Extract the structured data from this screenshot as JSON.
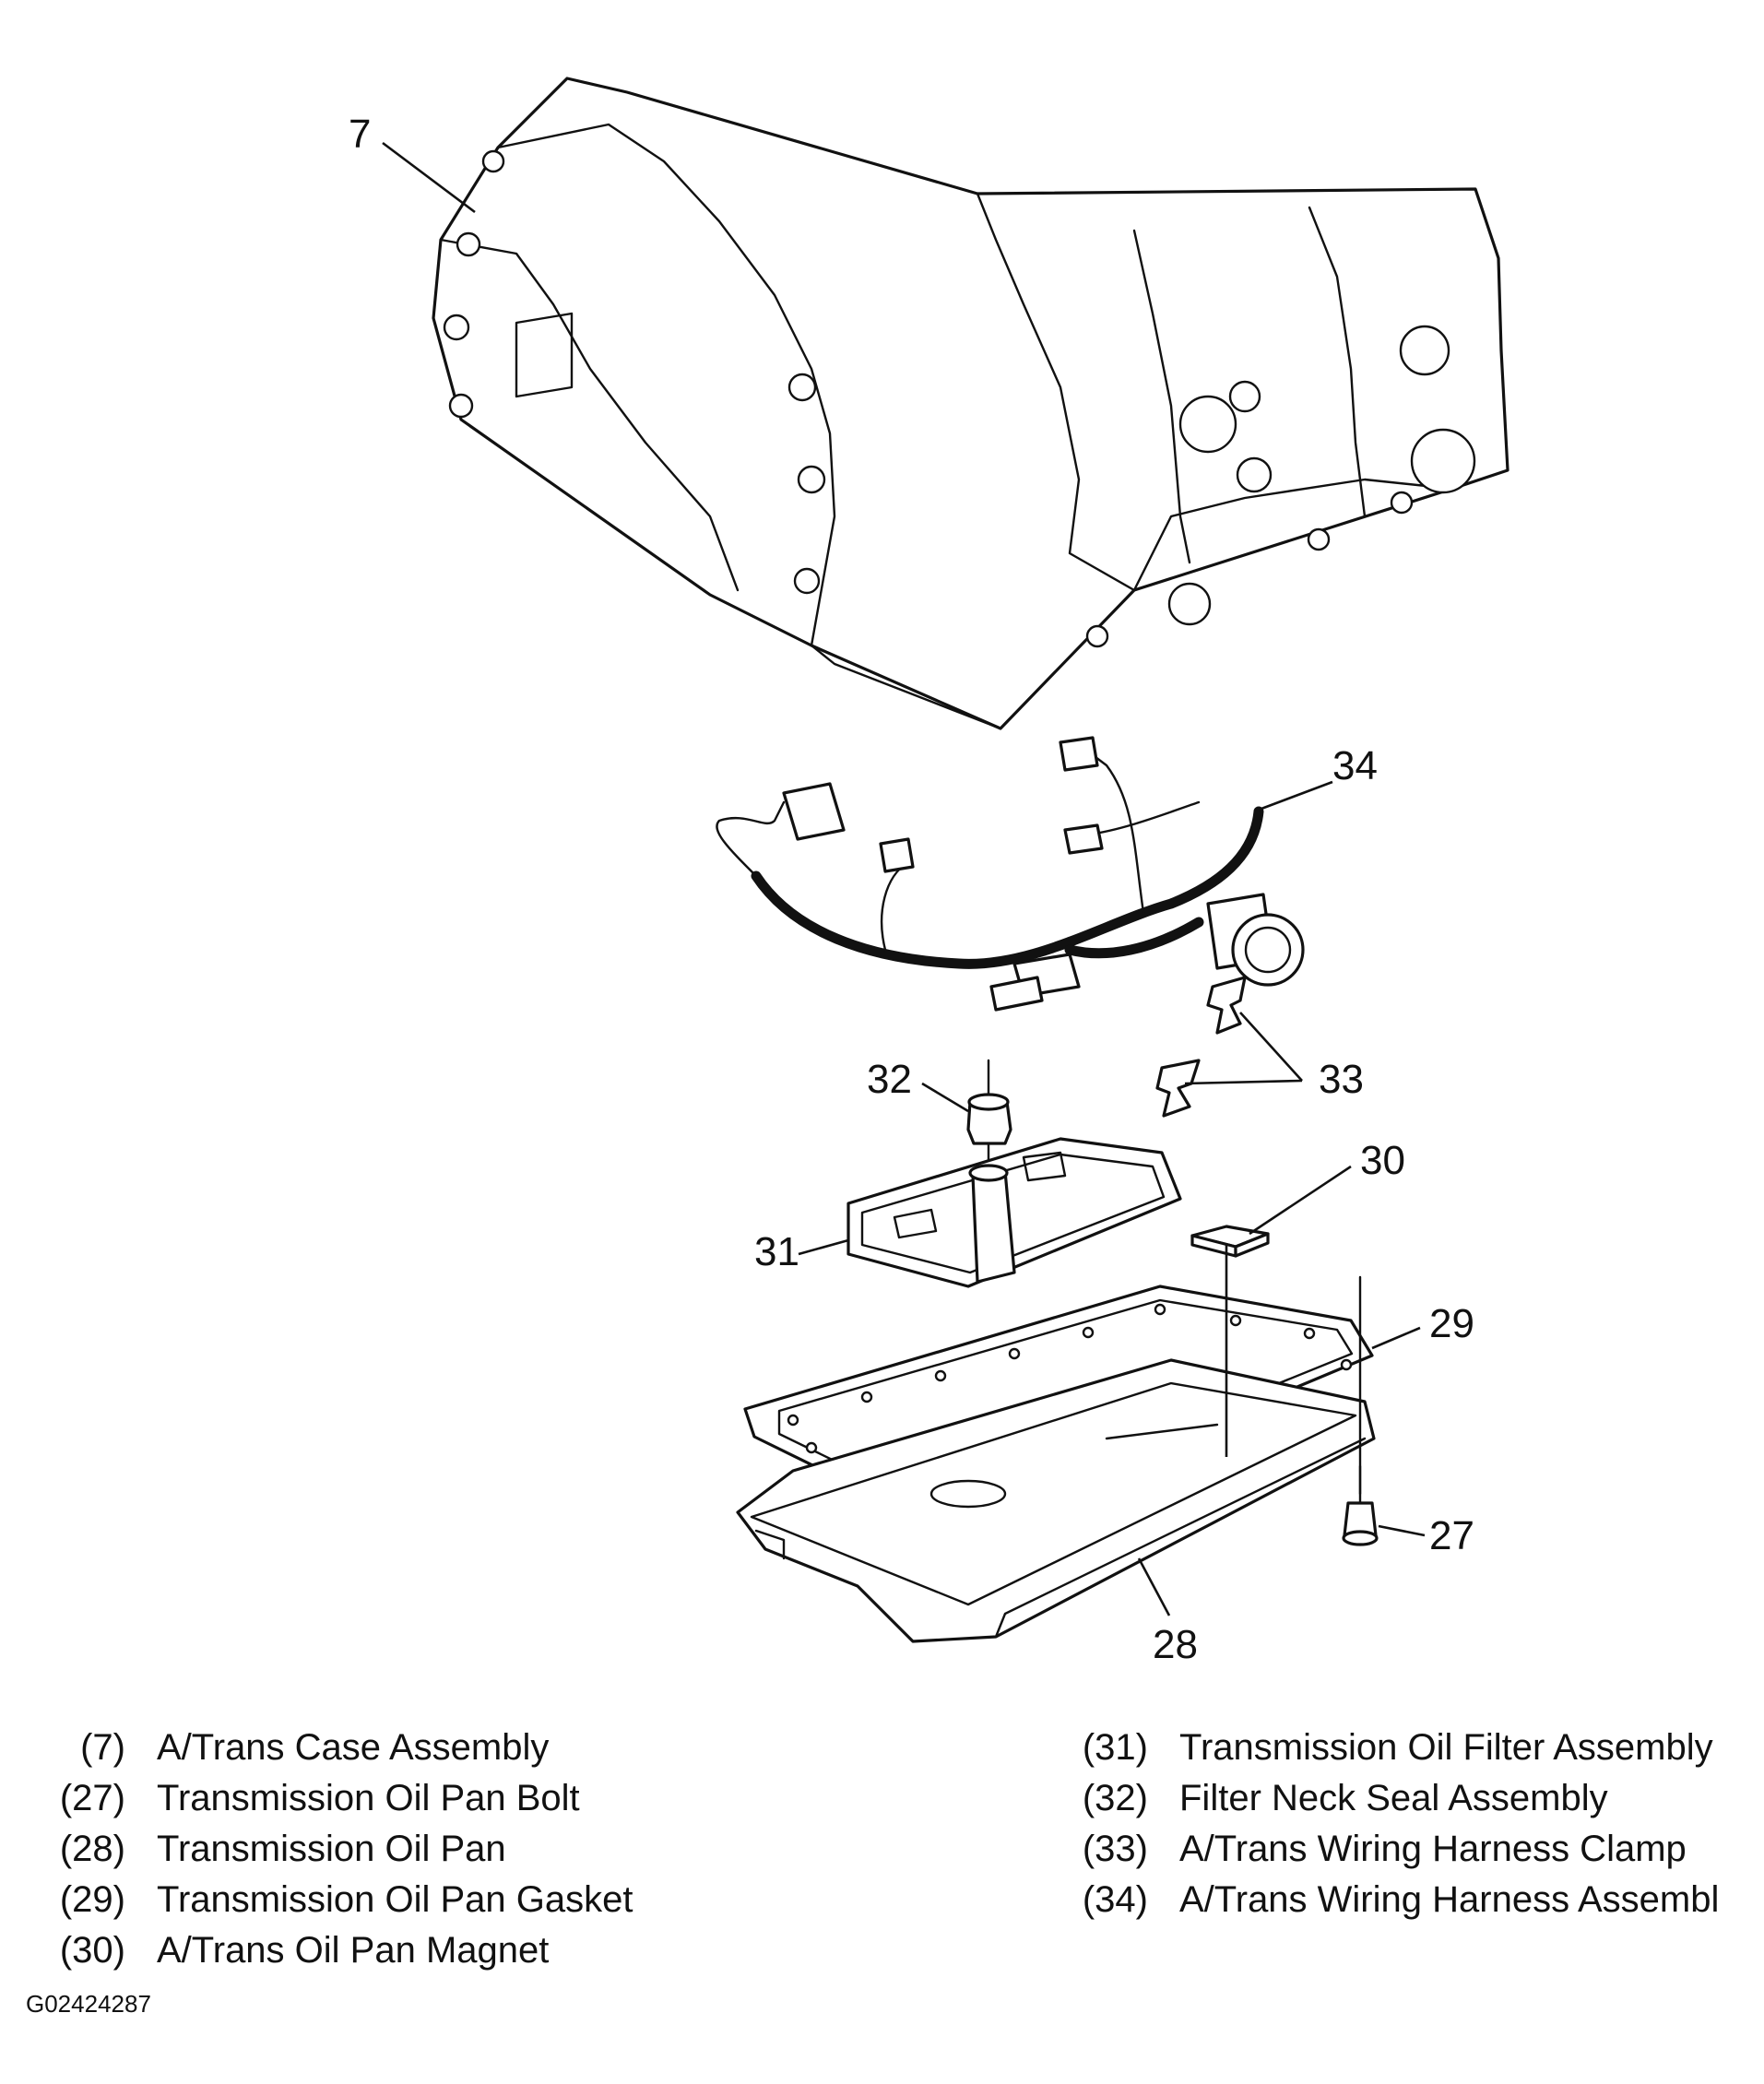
{
  "callouts": {
    "c7": "7",
    "c34": "34",
    "c32": "32",
    "c33": "33",
    "c30": "30",
    "c31": "31",
    "c29": "29",
    "c27": "27",
    "c28": "28"
  },
  "legend_left": [
    {
      "num": "(7)",
      "label": "A/Trans Case Assembly"
    },
    {
      "num": "(27)",
      "label": "Transmission Oil Pan Bolt"
    },
    {
      "num": "(28)",
      "label": "Transmission Oil Pan"
    },
    {
      "num": "(29)",
      "label": "Transmission Oil Pan Gasket"
    },
    {
      "num": "(30)",
      "label": "A/Trans Oil Pan Magnet"
    }
  ],
  "legend_right": [
    {
      "num": "(31)",
      "label": "Transmission Oil Filter Assembly"
    },
    {
      "num": "(32)",
      "label": "Filter Neck Seal Assembly"
    },
    {
      "num": "(33)",
      "label": "A/Trans Wiring Harness Clamp"
    },
    {
      "num": "(34)",
      "label": "A/Trans Wiring Harness Assembl"
    }
  ],
  "figure_code": "G02424287"
}
